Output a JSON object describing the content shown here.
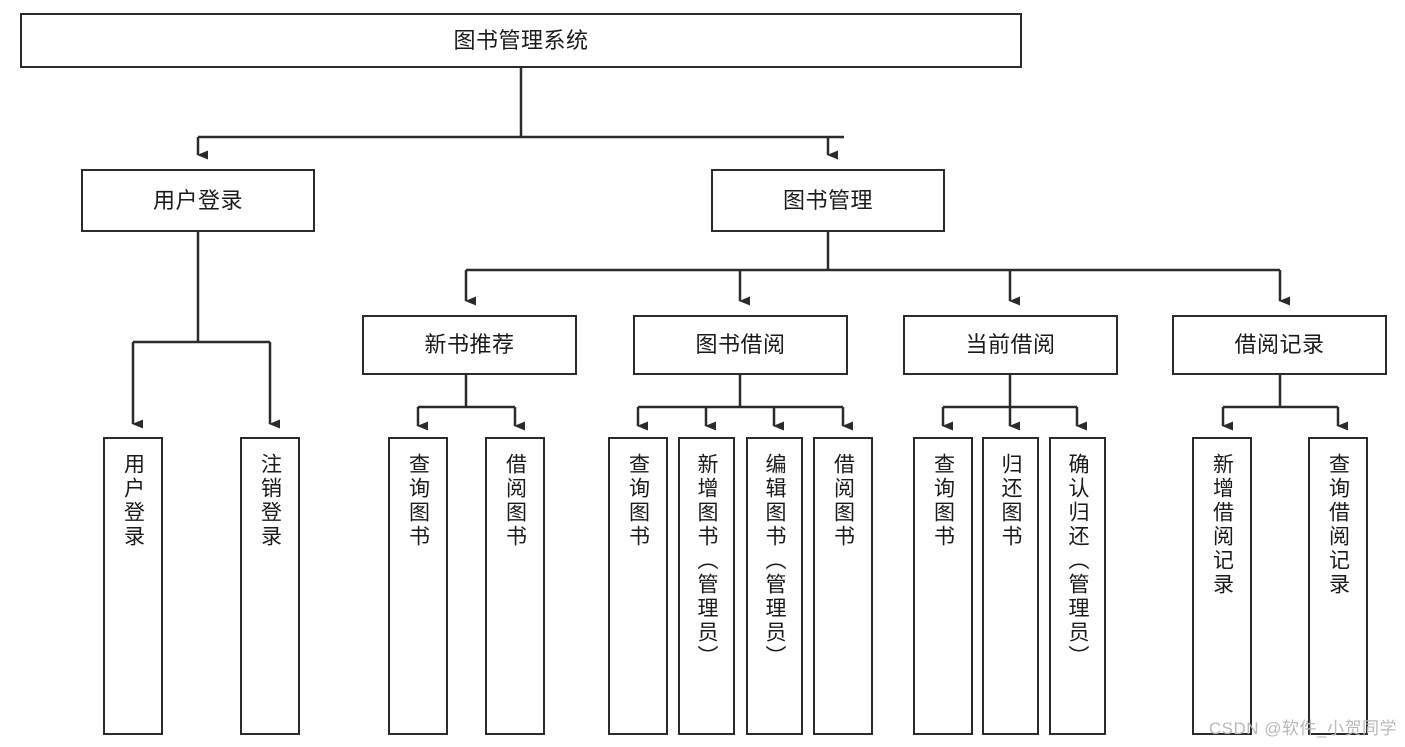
{
  "diagram": {
    "title": "图书管理系统",
    "type": "tree-hierarchy-diagram",
    "colors": {
      "stroke": "#2b2b2b",
      "background": "#ffffff",
      "text": "#1a1a1a",
      "watermark": "#b9b9b9"
    },
    "watermark": "CSDN @软件_小贺同学",
    "levels": {
      "root": {
        "label": "图书管理系统"
      },
      "level2": [
        {
          "id": "user-login",
          "label": "用户登录"
        },
        {
          "id": "book-management",
          "label": "图书管理"
        }
      ],
      "level3": [
        {
          "id": "new-book-recommend",
          "label": "新书推荐",
          "parent": "book-management"
        },
        {
          "id": "book-borrow",
          "label": "图书借阅",
          "parent": "book-management"
        },
        {
          "id": "current-borrow",
          "label": "当前借阅",
          "parent": "book-management"
        },
        {
          "id": "borrow-record",
          "label": "借阅记录",
          "parent": "book-management"
        }
      ],
      "leaves": [
        {
          "id": "leaf-user-login",
          "label": "用户登录",
          "parent": "user-login"
        },
        {
          "id": "leaf-logout",
          "label": "注销登录",
          "parent": "user-login"
        },
        {
          "id": "leaf-query-book-1",
          "label": "查询图书",
          "parent": "new-book-recommend"
        },
        {
          "id": "leaf-borrow-book-1",
          "label": "借阅图书",
          "parent": "new-book-recommend"
        },
        {
          "id": "leaf-query-book-2",
          "label": "查询图书",
          "parent": "book-borrow"
        },
        {
          "id": "leaf-add-book",
          "label": "新增图书（管理员）",
          "parent": "book-borrow"
        },
        {
          "id": "leaf-edit-book",
          "label": "编辑图书（管理员）",
          "parent": "book-borrow"
        },
        {
          "id": "leaf-borrow-book-2",
          "label": "借阅图书",
          "parent": "book-borrow"
        },
        {
          "id": "leaf-query-book-3",
          "label": "查询图书",
          "parent": "current-borrow"
        },
        {
          "id": "leaf-return-book",
          "label": "归还图书",
          "parent": "current-borrow"
        },
        {
          "id": "leaf-confirm-return",
          "label": "确认归还（管理员）",
          "parent": "current-borrow"
        },
        {
          "id": "leaf-add-record",
          "label": "新增借阅记录",
          "parent": "borrow-record"
        },
        {
          "id": "leaf-query-record",
          "label": "查询借阅记录",
          "parent": "borrow-record"
        }
      ]
    }
  }
}
